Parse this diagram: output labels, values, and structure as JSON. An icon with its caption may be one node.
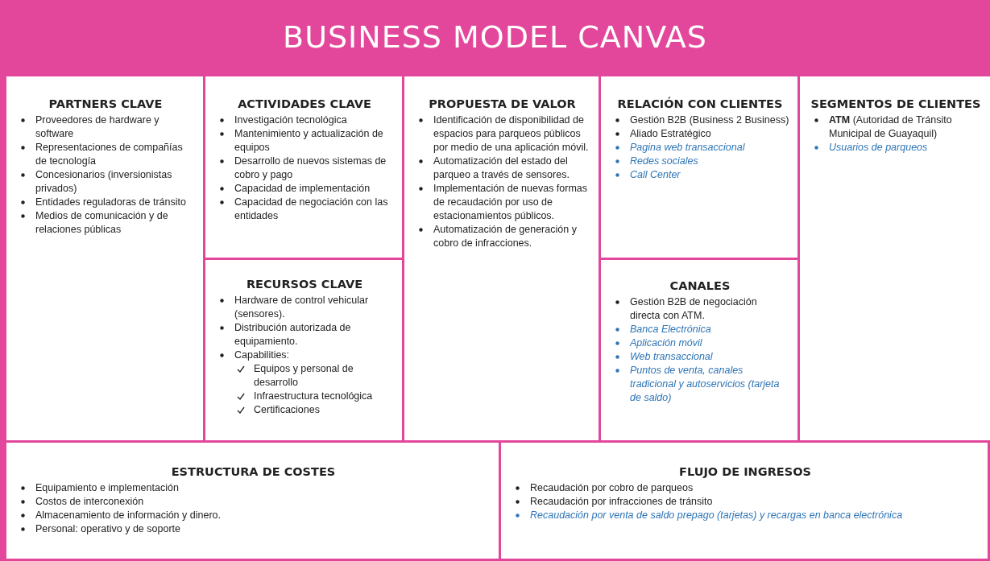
{
  "diagram": {
    "title": "BUSINESS MODEL CANVAS",
    "nodes": [
      {
        "text": [
          "PARTNERS CLAVE",
          "Proveedores de hardware y software",
          "Representaciones de compañías de tecnología",
          "Concesionarios (inversionistas privados)",
          "Entidades reguladoras de tránsito",
          "Medios de comunicación y de relaciones públicas"
        ]
      },
      {
        "text": [
          "ACTIVIDADES CLAVE",
          "Investigación tecnológica",
          "Mantenimiento y actualización de equipos",
          "Desarrollo de nuevos sistemas de cobro y pago",
          "Capacidad de implementación",
          "Capacidad de negociación con las entidades"
        ]
      },
      {
        "text": [
          "RECURSOS CLAVE",
          "Hardware de control vehicular (sensores).",
          "Distribución autorizada de equipamiento.",
          "Capabilities:",
          "Equipos y personal de desarrollo",
          "Infraestructura tecnológica",
          "Certificaciones"
        ]
      },
      {
        "text": [
          "PROPUESTA DE VALOR",
          "Identificación de disponibilidad de espacios para parqueos públicos por medio de una aplicación móvil.",
          "Automatización del estado del parqueo a través de sensores.",
          "Implementación de nuevas formas de recaudación por uso de estacionamientos públicos.",
          "Automatización de generación y cobro de infracciones."
        ]
      },
      {
        "text": [
          "RELACIÓN CON CLIENTES",
          "Gestión B2B (Business 2 Business)",
          "Aliado Estratégico",
          "Pagina web transaccional",
          "Redes sociales",
          "Call Center"
        ]
      },
      {
        "text": [
          "CANALES",
          "Gestión B2B de negociación directa con ATM.",
          "Banca Electrónica",
          "Aplicación móvil",
          "Web transaccional",
          "Puntos de venta, canales tradicional y autoservicios (tarjeta de saldo)"
        ]
      },
      {
        "text": [
          "SEGMENTOS DE CLIENTES",
          "**ATM** (Autoridad de Tránsito Municipal de Guayaquil)",
          "Usuarios de parqueos"
        ]
      },
      {
        "text": [
          "ESTRUCTURA DE COSTES",
          "Equipamiento e implementación",
          "Costos de interconexión",
          "Almacenamiento de información y dinero.",
          "Personal: operativo y de soporte"
        ]
      },
      {
        "text": [
          "FLUJO DE INGRESOS",
          "Recaudación por cobro de parqueos",
          "Recaudación por infracciones de tránsito",
          "Recaudación por venta de saldo prepago (tarjetas) y recargas en banca electrónica"
        ]
      }
    ]
  }
}
